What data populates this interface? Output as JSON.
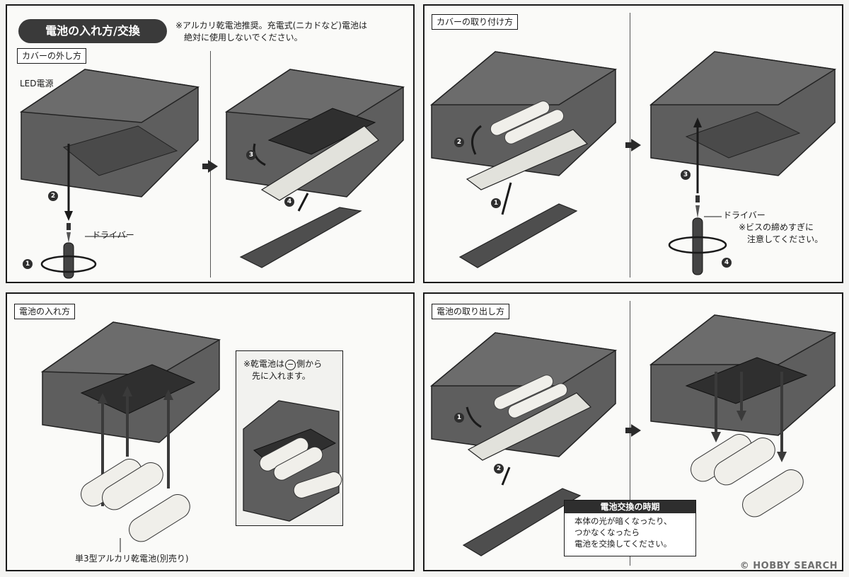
{
  "header": {
    "title": "電池の入れ方/交換",
    "warning_line1": "※アルカリ乾電池推奨。充電式(ニカドなど)電池は",
    "warning_line2": "絶対に使用しないでください。"
  },
  "panel_remove_cover": {
    "section_label": "カバーの外し方",
    "led_label": "LED電源",
    "driver_label": "ドライバー",
    "steps": [
      "1",
      "2",
      "3",
      "4"
    ]
  },
  "panel_attach_cover": {
    "section_label": "カバーの取り付け方",
    "driver_label": "ドライバー",
    "note_line1": "※ビスの締めすぎに",
    "note_line2": "注意してください。",
    "steps": [
      "1",
      "2",
      "3",
      "4"
    ]
  },
  "panel_insert_battery": {
    "section_label": "電池の入れ方",
    "inset_note_line1": "※乾電池は",
    "inset_note_minus": "−",
    "inset_note_side": "側から",
    "inset_note_line2": "先に入れます。",
    "battery_label": "単3型アルカリ乾電池(別売り)"
  },
  "panel_remove_battery": {
    "section_label": "電池の取り出し方",
    "notice_title": "電池交換の時期",
    "notice_line1": "本体の光が暗くなったり、",
    "notice_line2": "つかなくなったら",
    "notice_line3": "電池を交換してください。",
    "steps": [
      "1",
      "2"
    ]
  },
  "watermark": "© HOBBY SEARCH",
  "colors": {
    "frame": "#1a1a1a",
    "device": "#5e5e5e",
    "device_dark": "#3c3c3c",
    "cover": "#e2e2dc",
    "battery": "#f0efea"
  }
}
